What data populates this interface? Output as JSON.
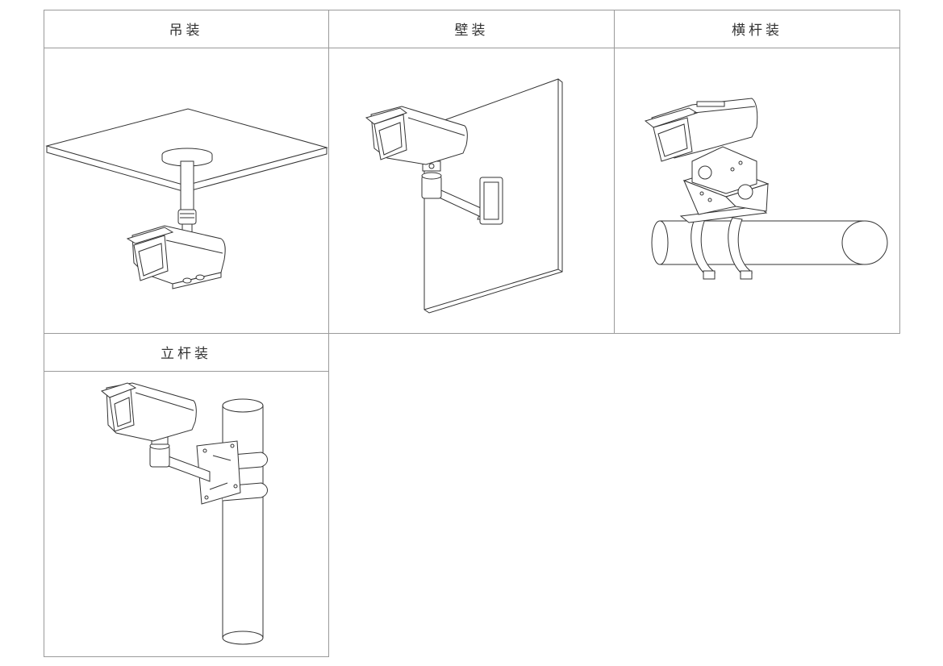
{
  "panels": [
    {
      "id": "ceiling",
      "label": "吊装"
    },
    {
      "id": "wall",
      "label": "壁装"
    },
    {
      "id": "horizontal-pole",
      "label": "横杆装"
    },
    {
      "id": "vertical-pole",
      "label": "立杆装"
    }
  ],
  "colors": {
    "grid": "#9a9a9a",
    "stroke": "#333333",
    "text": "#333333"
  }
}
